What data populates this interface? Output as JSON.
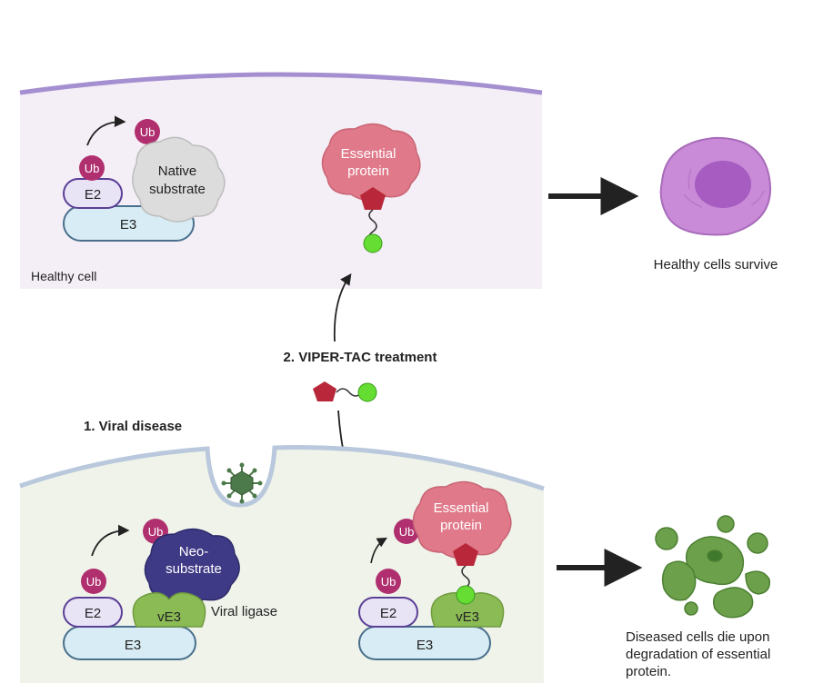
{
  "top_panel": {
    "label": "Healthy cell",
    "ub_transfer": "Ub",
    "ub_on_e2": "Ub",
    "e2": "E2",
    "e3": "E3",
    "substrate_line1": "Native",
    "substrate_line2": "substrate",
    "essential_line1": "Essential",
    "essential_line2": "protein"
  },
  "outcome_healthy": "Healthy cells survive",
  "treatment_label": "2. VIPER-TAC treatment",
  "viral_label": "1. Viral disease",
  "bottom_left": {
    "ub_transfer": "Ub",
    "ub_on_e2": "Ub",
    "e2": "E2",
    "e3": "E3",
    "ve3": "vE3",
    "neo_line1": "Neo-",
    "neo_line2": "substrate",
    "viral_ligase": "Viral ligase"
  },
  "bottom_right": {
    "ub_transfer": "Ub",
    "ub_on_e2": "Ub",
    "e2": "E2",
    "e3": "E3",
    "ve3": "vE3",
    "essential_line1": "Essential",
    "essential_line2": "protein"
  },
  "outcome_diseased": [
    "Diseased cells die upon",
    "degradation of essential",
    "protein."
  ],
  "colors": {
    "healthy_bg": "#f4eef6",
    "healthy_membrane": "#a48fd0",
    "infected_bg": "#eff3ea",
    "infected_membrane": "#b9c8dc",
    "ub": "#b0306f",
    "e2_fill": "#e9e3f6",
    "e2_stroke": "#5a3f95",
    "e3_fill": "#d7ecf4",
    "e3_stroke": "#4a6f8c",
    "essential_protein": "#e07a8a",
    "warhead": "#b8283a",
    "ligand_ball": "#66dd33",
    "neo_substrate": "#3f3a86",
    "ve3": "#8bbb55",
    "virus": "#4d7a4a",
    "healthy_cell": "#c98ad8",
    "diseased_cell": "#6ca04a"
  }
}
